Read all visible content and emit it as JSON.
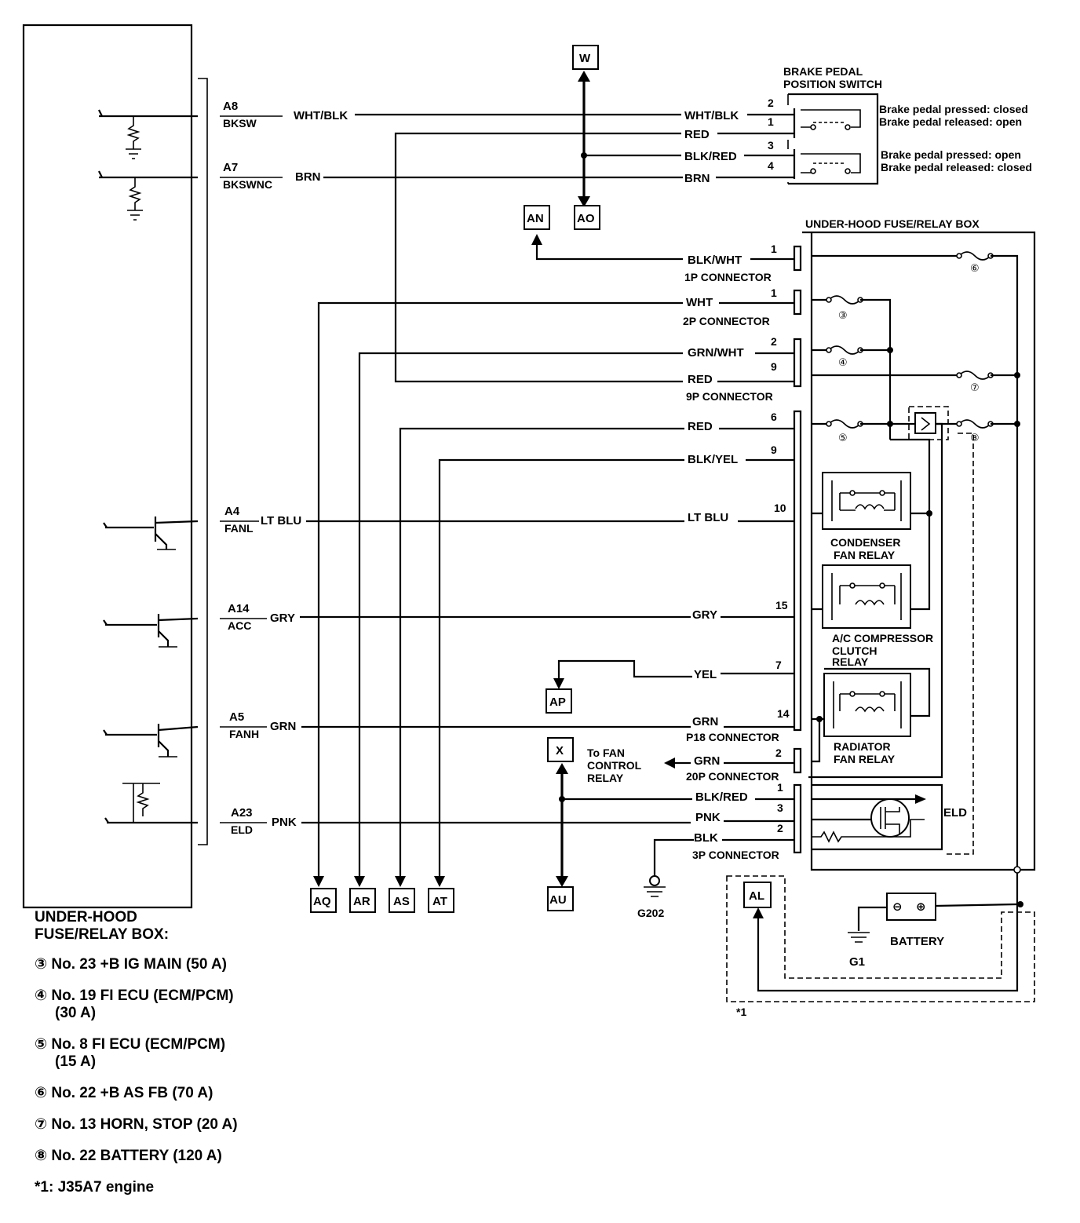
{
  "pcm_pins": [
    {
      "pin": "A8",
      "name": "BKSW",
      "wire": "WHT/BLK"
    },
    {
      "pin": "A7",
      "name": "BKSWNC",
      "wire": "BRN"
    },
    {
      "pin": "A4",
      "name": "FANL",
      "wire": "LT BLU"
    },
    {
      "pin": "A14",
      "name": "ACC",
      "wire": "GRY"
    },
    {
      "pin": "A5",
      "name": "FANH",
      "wire": "GRN"
    },
    {
      "pin": "A23",
      "name": "ELD",
      "wire": "PNK"
    }
  ],
  "brake_switch": {
    "title_line1": "BRAKE PEDAL",
    "title_line2": "POSITION SWITCH",
    "note1_a": "Brake pedal pressed: closed",
    "note1_b": "Brake pedal released: open",
    "note2_a": "Brake pedal pressed: open",
    "note2_b": "Brake pedal released: closed",
    "pins": [
      {
        "wire": "WHT/BLK",
        "pin": "2"
      },
      {
        "wire": "RED",
        "pin": "1"
      },
      {
        "wire": "BLK/RED",
        "pin": "3"
      },
      {
        "wire": "BRN",
        "pin": "4"
      }
    ]
  },
  "fuse_box_title": "UNDER-HOOD FUSE/RELAY BOX",
  "connectors": {
    "c1p": "1P CONNECTOR",
    "c2p": "2P CONNECTOR",
    "c9p": "9P CONNECTOR",
    "p18": "P18 CONNECTOR",
    "c20p": "20P CONNECTOR",
    "c3p": "3P CONNECTOR"
  },
  "fusebox_wires": [
    {
      "wire": "BLK/WHT",
      "pin": "1"
    },
    {
      "wire": "WHT",
      "pin": "1"
    },
    {
      "wire": "GRN/WHT",
      "pin": "2"
    },
    {
      "wire": "RED",
      "pin": "9"
    },
    {
      "wire": "RED",
      "pin": "6"
    },
    {
      "wire": "BLK/YEL",
      "pin": "9"
    },
    {
      "wire": "LT BLU",
      "pin": "10"
    },
    {
      "wire": "GRY",
      "pin": "15"
    },
    {
      "wire": "YEL",
      "pin": "7"
    },
    {
      "wire": "GRN",
      "pin": "14"
    },
    {
      "wire": "GRN",
      "pin": "2"
    },
    {
      "wire": "BLK/RED",
      "pin": "1"
    },
    {
      "wire": "PNK",
      "pin": "3"
    },
    {
      "wire": "BLK",
      "pin": "2"
    }
  ],
  "relays": {
    "condenser_line1": "CONDENSER",
    "condenser_line2": "FAN RELAY",
    "ac_line1": "A/C COMPRESSOR",
    "ac_line2": "CLUTCH",
    "ac_line3": "RELAY",
    "radiator_line1": "RADIATOR",
    "radiator_line2": "FAN RELAY",
    "eld": "ELD"
  },
  "to_fan": {
    "line1": "To FAN",
    "line2": "CONTROL",
    "line3": "RELAY"
  },
  "battery": "BATTERY",
  "grounds": {
    "g1": "G1",
    "g202": "G202"
  },
  "refs": {
    "W": "W",
    "AN": "AN",
    "AO": "AO",
    "AP": "AP",
    "X": "X",
    "AU": "AU",
    "AQ": "AQ",
    "AR": "AR",
    "AS": "AS",
    "AT": "AT",
    "AL": "AL"
  },
  "fuse_marks": {
    "f3": "③",
    "f4": "④",
    "f5": "⑤",
    "f6": "⑥",
    "f7": "⑦",
    "f8": "⑧"
  },
  "star1": "*1",
  "legend": {
    "title_line1": "UNDER-HOOD",
    "title_line2": "FUSE/RELAY BOX:",
    "item3": "③ No. 23 +B IG MAIN (50 A)",
    "item4_line1": "④ No. 19 FI ECU (ECM/PCM)",
    "item4_line2": "(30 A)",
    "item5_line1": "⑤ No. 8 FI ECU (ECM/PCM)",
    "item5_line2": "(15 A)",
    "item6": "⑥ No. 22 +B AS FB (70 A)",
    "item7": "⑦ No. 13 HORN, STOP (20 A)",
    "item8": "⑧ No. 22 BATTERY (120 A)",
    "note": "*1: J35A7 engine"
  }
}
